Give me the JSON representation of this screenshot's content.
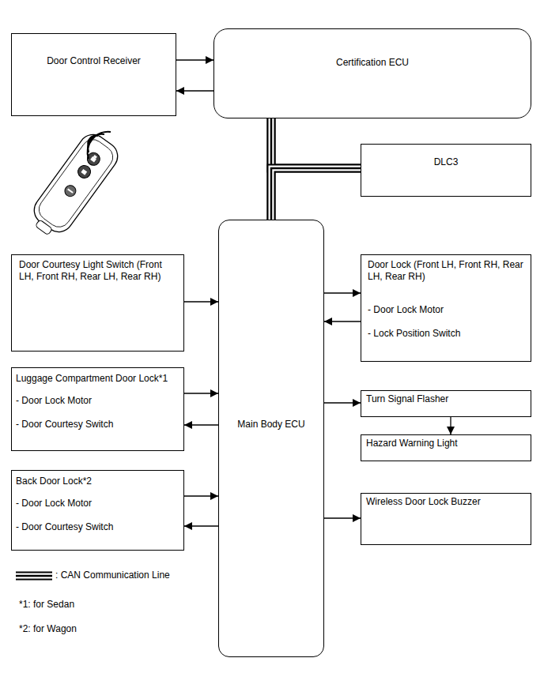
{
  "diagram": {
    "nodes": [
      {
        "text": [
          "Door Control Receiver"
        ]
      },
      {
        "text": [
          "Certification ECU"
        ]
      },
      {
        "text": [
          "DLC3"
        ]
      },
      {
        "text": [
          "Main Body ECU"
        ]
      },
      {
        "text": [
          "Door Courtesy Light Switch (Front LH, Front RH, Rear LH, Rear RH)"
        ]
      },
      {
        "text": [
          "Door Lock (Front LH, Front RH, Rear LH, Rear RH)",
          "- Door Lock Motor",
          "- Lock Position Switch"
        ]
      },
      {
        "text": [
          "Luggage Compartment Door Lock*1",
          "- Door Lock Motor",
          "- Door Courtesy Switch"
        ]
      },
      {
        "text": [
          "Turn Signal Flasher"
        ]
      },
      {
        "text": [
          "Hazard Warning Light"
        ]
      },
      {
        "text": [
          "Back Door Lock*2",
          "- Door Lock Motor",
          "- Door Courtesy Switch"
        ]
      },
      {
        "text": [
          "Wireless Door Lock Buzzer"
        ]
      }
    ],
    "edges": [
      {
        "from": 0,
        "to": 1,
        "arrow": "to"
      },
      {
        "from": 1,
        "to": 0,
        "arrow": "to"
      },
      {
        "from": 1,
        "to": 3,
        "arrow": "none"
      },
      {
        "from": 1,
        "to": 2,
        "arrow": "none"
      },
      {
        "from": 3,
        "to": 2,
        "arrow": "none"
      },
      {
        "from": 4,
        "to": 3,
        "arrow": "to"
      },
      {
        "from": 3,
        "to": 5,
        "arrow": "to"
      },
      {
        "from": 5,
        "to": 3,
        "arrow": "to"
      },
      {
        "from": 6,
        "to": 3,
        "arrow": "to"
      },
      {
        "from": 3,
        "to": 6,
        "arrow": "to"
      },
      {
        "from": 3,
        "to": 7,
        "arrow": "to"
      },
      {
        "from": 7,
        "to": 8,
        "arrow": "to"
      },
      {
        "from": 9,
        "to": 3,
        "arrow": "to"
      },
      {
        "from": 3,
        "to": 9,
        "arrow": "to"
      },
      {
        "from": 3,
        "to": 10,
        "arrow": "to"
      }
    ],
    "labels": [
      "*1: for Sedan",
      "*2: for Wagon"
    ],
    "legend": [
      {
        "text": ": CAN Communication Line"
      }
    ]
  }
}
